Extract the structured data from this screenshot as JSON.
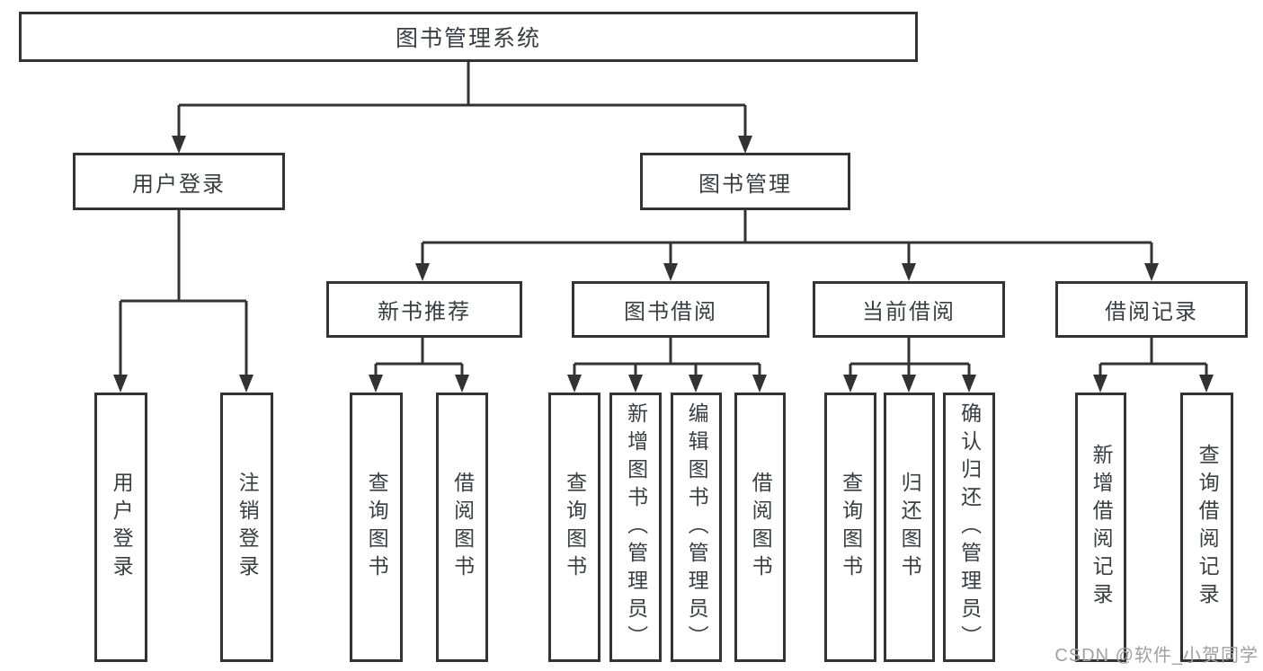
{
  "diagram": {
    "root": {
      "label": "图书管理系统"
    },
    "level2": [
      {
        "label": "用户登录"
      },
      {
        "label": "图书管理"
      }
    ],
    "level3": [
      {
        "label": "新书推荐"
      },
      {
        "label": "图书借阅"
      },
      {
        "label": "当前借阅"
      },
      {
        "label": "借阅记录"
      }
    ],
    "leaves": {
      "user_login": [
        "用户登录",
        "注销登录"
      ],
      "new_book": [
        "查询图书",
        "借阅图书"
      ],
      "borrow": [
        "查询图书",
        "新增图书（管理员）",
        "编辑图书（管理员）",
        "借阅图书"
      ],
      "current": [
        "查询图书",
        "归还图书",
        "确认归还（管理员）"
      ],
      "records": [
        "新增借阅记录",
        "查询借阅记录"
      ]
    }
  },
  "watermark": {
    "text": "CSDN @软件_小贺同学"
  },
  "colors": {
    "line": "#333333",
    "box_border": "#333333",
    "box_fill": "#ffffff",
    "text": "#3a3d42",
    "watermark": "#a0a0a4"
  }
}
